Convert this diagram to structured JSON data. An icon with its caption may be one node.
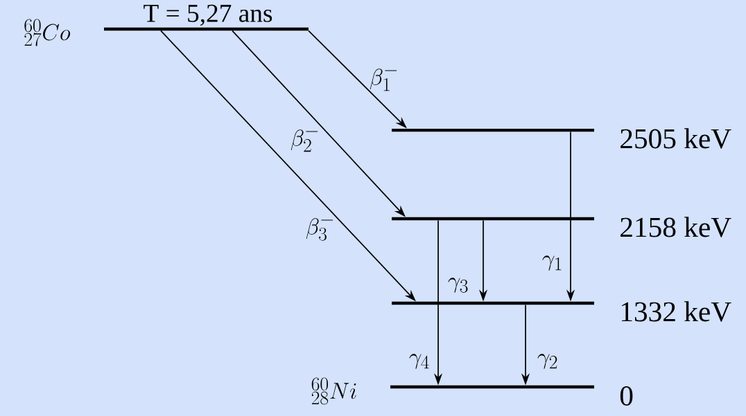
{
  "diagram": {
    "nodes": [
      {
        "text": [
          "T = 5,27 ans"
        ],
        "beside": [
          "^{60}_{27}Co"
        ]
      },
      {
        "text": [
          "2505 keV"
        ]
      },
      {
        "text": [
          "2158 keV"
        ]
      },
      {
        "text": [
          "1332 keV"
        ]
      },
      {
        "text": [
          "0"
        ],
        "beside": [
          "^{60}_{28}Ni"
        ]
      }
    ],
    "edges": [
      {
        "from": 0,
        "to": 1,
        "arrow": "to",
        "label": "\\beta_1^-"
      },
      {
        "from": 0,
        "to": 2,
        "arrow": "to",
        "label": "\\beta_2^-"
      },
      {
        "from": 0,
        "to": 3,
        "arrow": "to",
        "label": "\\beta_3^-"
      },
      {
        "from": 1,
        "to": 3,
        "arrow": "to",
        "label": "\\gamma_1"
      },
      {
        "from": 2,
        "to": 3,
        "arrow": "to",
        "label": "\\gamma_3"
      },
      {
        "from": 2,
        "to": 4,
        "arrow": "to",
        "label": "\\gamma_4"
      },
      {
        "from": 3,
        "to": 4,
        "arrow": "to",
        "label": "\\gamma_2"
      }
    ]
  }
}
